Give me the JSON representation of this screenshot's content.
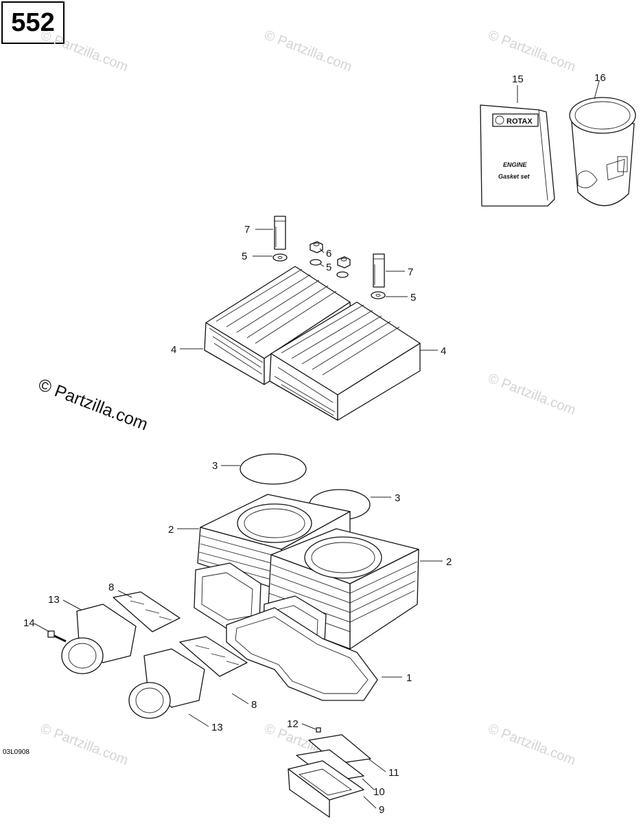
{
  "page_number": "552",
  "drawing_code": "03L0908",
  "watermark_text": "© Partzilla.com",
  "gasket_set": {
    "brand": "ROTAX",
    "line1": "ENGINE",
    "line2": "Gasket set"
  },
  "callouts": [
    {
      "id": "c15",
      "label": "15",
      "part": "gasket-set"
    },
    {
      "id": "c16",
      "label": "16",
      "part": "cylinder-sleeve"
    },
    {
      "id": "c7a",
      "label": "7",
      "part": "stud"
    },
    {
      "id": "c5a",
      "label": "5",
      "part": "washer"
    },
    {
      "id": "c6",
      "label": "6",
      "part": "nut"
    },
    {
      "id": "c5b",
      "label": "5",
      "part": "washer"
    },
    {
      "id": "c7b",
      "label": "7",
      "part": "stud"
    },
    {
      "id": "c5c",
      "label": "5",
      "part": "washer"
    },
    {
      "id": "c4a",
      "label": "4",
      "part": "cylinder-head"
    },
    {
      "id": "c4b",
      "label": "4",
      "part": "cylinder-head"
    },
    {
      "id": "c3a",
      "label": "3",
      "part": "o-ring"
    },
    {
      "id": "c3b",
      "label": "3",
      "part": "o-ring"
    },
    {
      "id": "c2a",
      "label": "2",
      "part": "cylinder"
    },
    {
      "id": "c2b",
      "label": "2",
      "part": "cylinder"
    },
    {
      "id": "c8a",
      "label": "8",
      "part": "reed-valve-gasket"
    },
    {
      "id": "c13a",
      "label": "13",
      "part": "intake-manifold"
    },
    {
      "id": "c14",
      "label": "14",
      "part": "screw"
    },
    {
      "id": "c1",
      "label": "1",
      "part": "base-gasket"
    },
    {
      "id": "c8b",
      "label": "8",
      "part": "reed-valve-gasket"
    },
    {
      "id": "c13b",
      "label": "13",
      "part": "intake-manifold"
    },
    {
      "id": "c12",
      "label": "12",
      "part": "stop-screw"
    },
    {
      "id": "c11",
      "label": "11",
      "part": "reed-petal"
    },
    {
      "id": "c10",
      "label": "10",
      "part": "reed-stop"
    },
    {
      "id": "c9",
      "label": "9",
      "part": "reed-valve-block"
    }
  ]
}
